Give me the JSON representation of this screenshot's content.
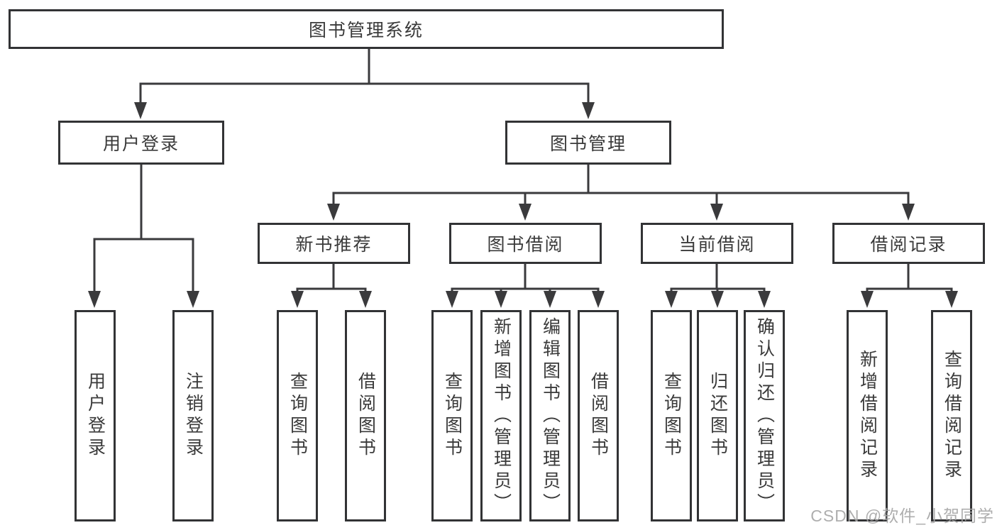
{
  "tree": {
    "root": {
      "label": "图书管理系统",
      "children": [
        {
          "label": "用户登录",
          "children": [
            {
              "label": "用户登录"
            },
            {
              "label": "注销登录"
            }
          ]
        },
        {
          "label": "图书管理",
          "children": [
            {
              "label": "新书推荐",
              "children": [
                {
                  "label": "查询图书"
                },
                {
                  "label": "借阅图书"
                }
              ]
            },
            {
              "label": "图书借阅",
              "children": [
                {
                  "label": "查询图书"
                },
                {
                  "label": "新增图书（管理员）"
                },
                {
                  "label": "编辑图书（管理员）"
                },
                {
                  "label": "借阅图书"
                }
              ]
            },
            {
              "label": "当前借阅",
              "children": [
                {
                  "label": "查询图书"
                },
                {
                  "label": "归还图书"
                },
                {
                  "label": "确认归还（管理员）"
                }
              ]
            },
            {
              "label": "借阅记录",
              "children": [
                {
                  "label": "新增借阅记录"
                },
                {
                  "label": "查询借阅记录"
                }
              ]
            }
          ]
        }
      ]
    }
  },
  "watermark": {
    "text": "CSDN @软件_小贺同学"
  },
  "colors": {
    "line": "#3a3a3c",
    "border": "#323335",
    "text": "#3a3a3a",
    "watermark": "#a5a5a5"
  }
}
